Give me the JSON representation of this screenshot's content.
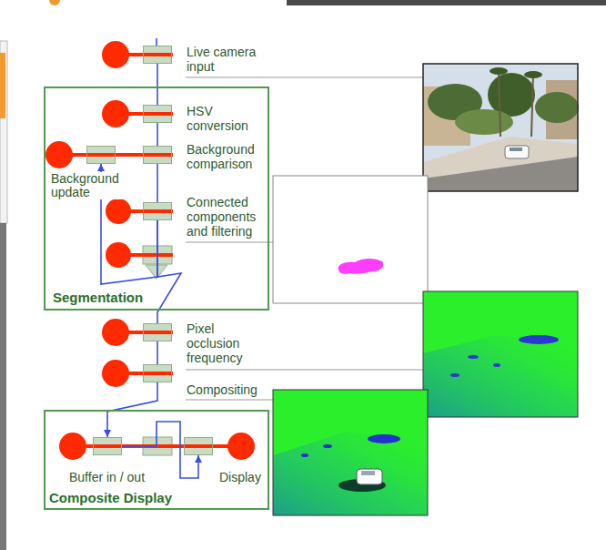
{
  "diagram": {
    "nodes": [
      {
        "text": [
          "Live camera input"
        ]
      },
      {
        "text": [
          "Segmentation"
        ]
      },
      {
        "text": [
          "HSV conversion"
        ],
        "in": 1
      },
      {
        "text": [
          "Background update"
        ],
        "in": 1
      },
      {
        "text": [
          "Background comparison"
        ],
        "in": 1
      },
      {
        "text": [
          "Connected components and filtering"
        ],
        "in": 1
      },
      {
        "text": [
          "Pixel occlusion frequency"
        ]
      },
      {
        "text": [
          "Compositing"
        ]
      },
      {
        "text": [
          "Composite Display"
        ]
      },
      {
        "text": [
          "Buffer in / out"
        ],
        "in": 8
      },
      {
        "text": [
          "Display"
        ],
        "in": 8
      }
    ],
    "edges": [
      {
        "from": 0,
        "to": 2,
        "arrow": "none"
      },
      {
        "from": 2,
        "to": 4,
        "arrow": "none"
      },
      {
        "from": 4,
        "to": 5,
        "arrow": "none"
      },
      {
        "from": 5,
        "to": 3,
        "arrow": "to"
      },
      {
        "from": 5,
        "to": 6,
        "arrow": "none"
      },
      {
        "from": 6,
        "to": 7,
        "arrow": "none"
      },
      {
        "from": 7,
        "to": 9,
        "arrow": "to"
      },
      {
        "from": 9,
        "to": 10,
        "arrow": "to"
      }
    ]
  }
}
